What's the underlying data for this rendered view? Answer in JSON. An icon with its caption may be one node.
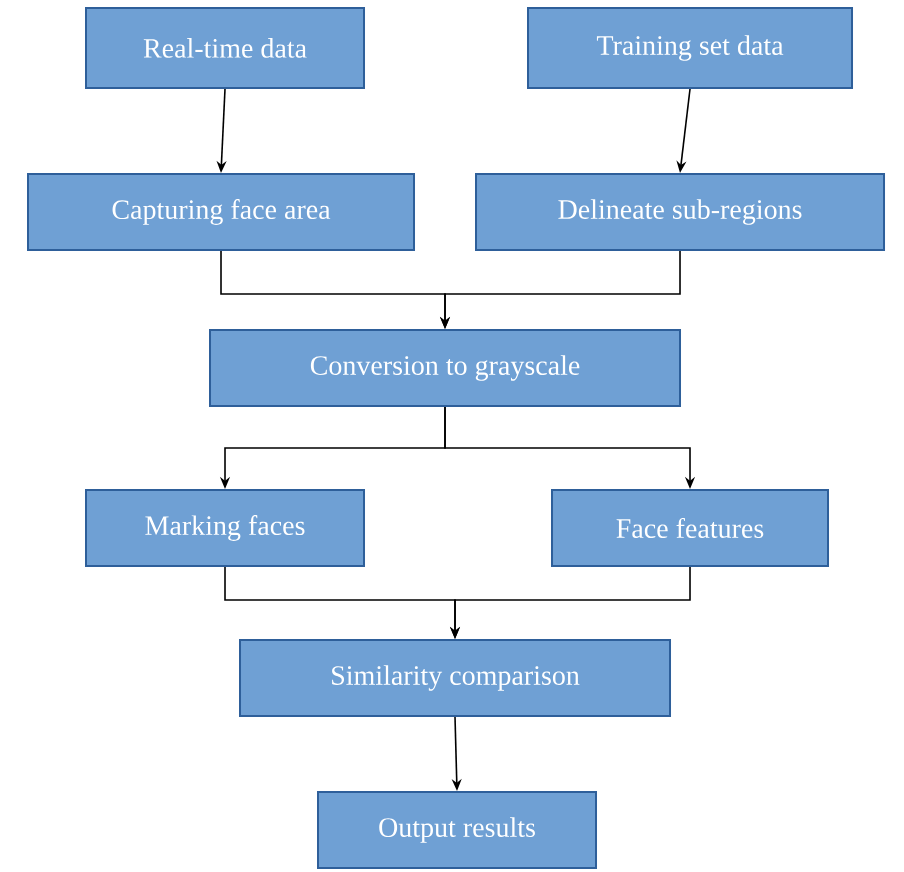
{
  "diagram": {
    "nodes": [
      {
        "text": [
          "Real-time data"
        ]
      },
      {
        "text": [
          "Training set data"
        ]
      },
      {
        "text": [
          "Capturing face area"
        ]
      },
      {
        "text": [
          "Delineate sub-regions"
        ]
      },
      {
        "text": [
          "Conversion to grayscale"
        ]
      },
      {
        "text": [
          "Marking faces"
        ]
      },
      {
        "text": [
          "Face features"
        ]
      },
      {
        "text": [
          "Similarity comparison"
        ]
      },
      {
        "text": [
          "Output results"
        ]
      }
    ],
    "edges": [
      {
        "from": 0,
        "to": 2,
        "arrow": "to"
      },
      {
        "from": 1,
        "to": 3,
        "arrow": "to"
      },
      {
        "from": 2,
        "to": 4,
        "arrow": "to"
      },
      {
        "from": 3,
        "to": 4,
        "arrow": "to"
      },
      {
        "from": 4,
        "to": 5,
        "arrow": "to"
      },
      {
        "from": 4,
        "to": 6,
        "arrow": "to"
      },
      {
        "from": 5,
        "to": 7,
        "arrow": "to"
      },
      {
        "from": 6,
        "to": 7,
        "arrow": "to"
      },
      {
        "from": 7,
        "to": 8,
        "arrow": "to"
      }
    ]
  }
}
